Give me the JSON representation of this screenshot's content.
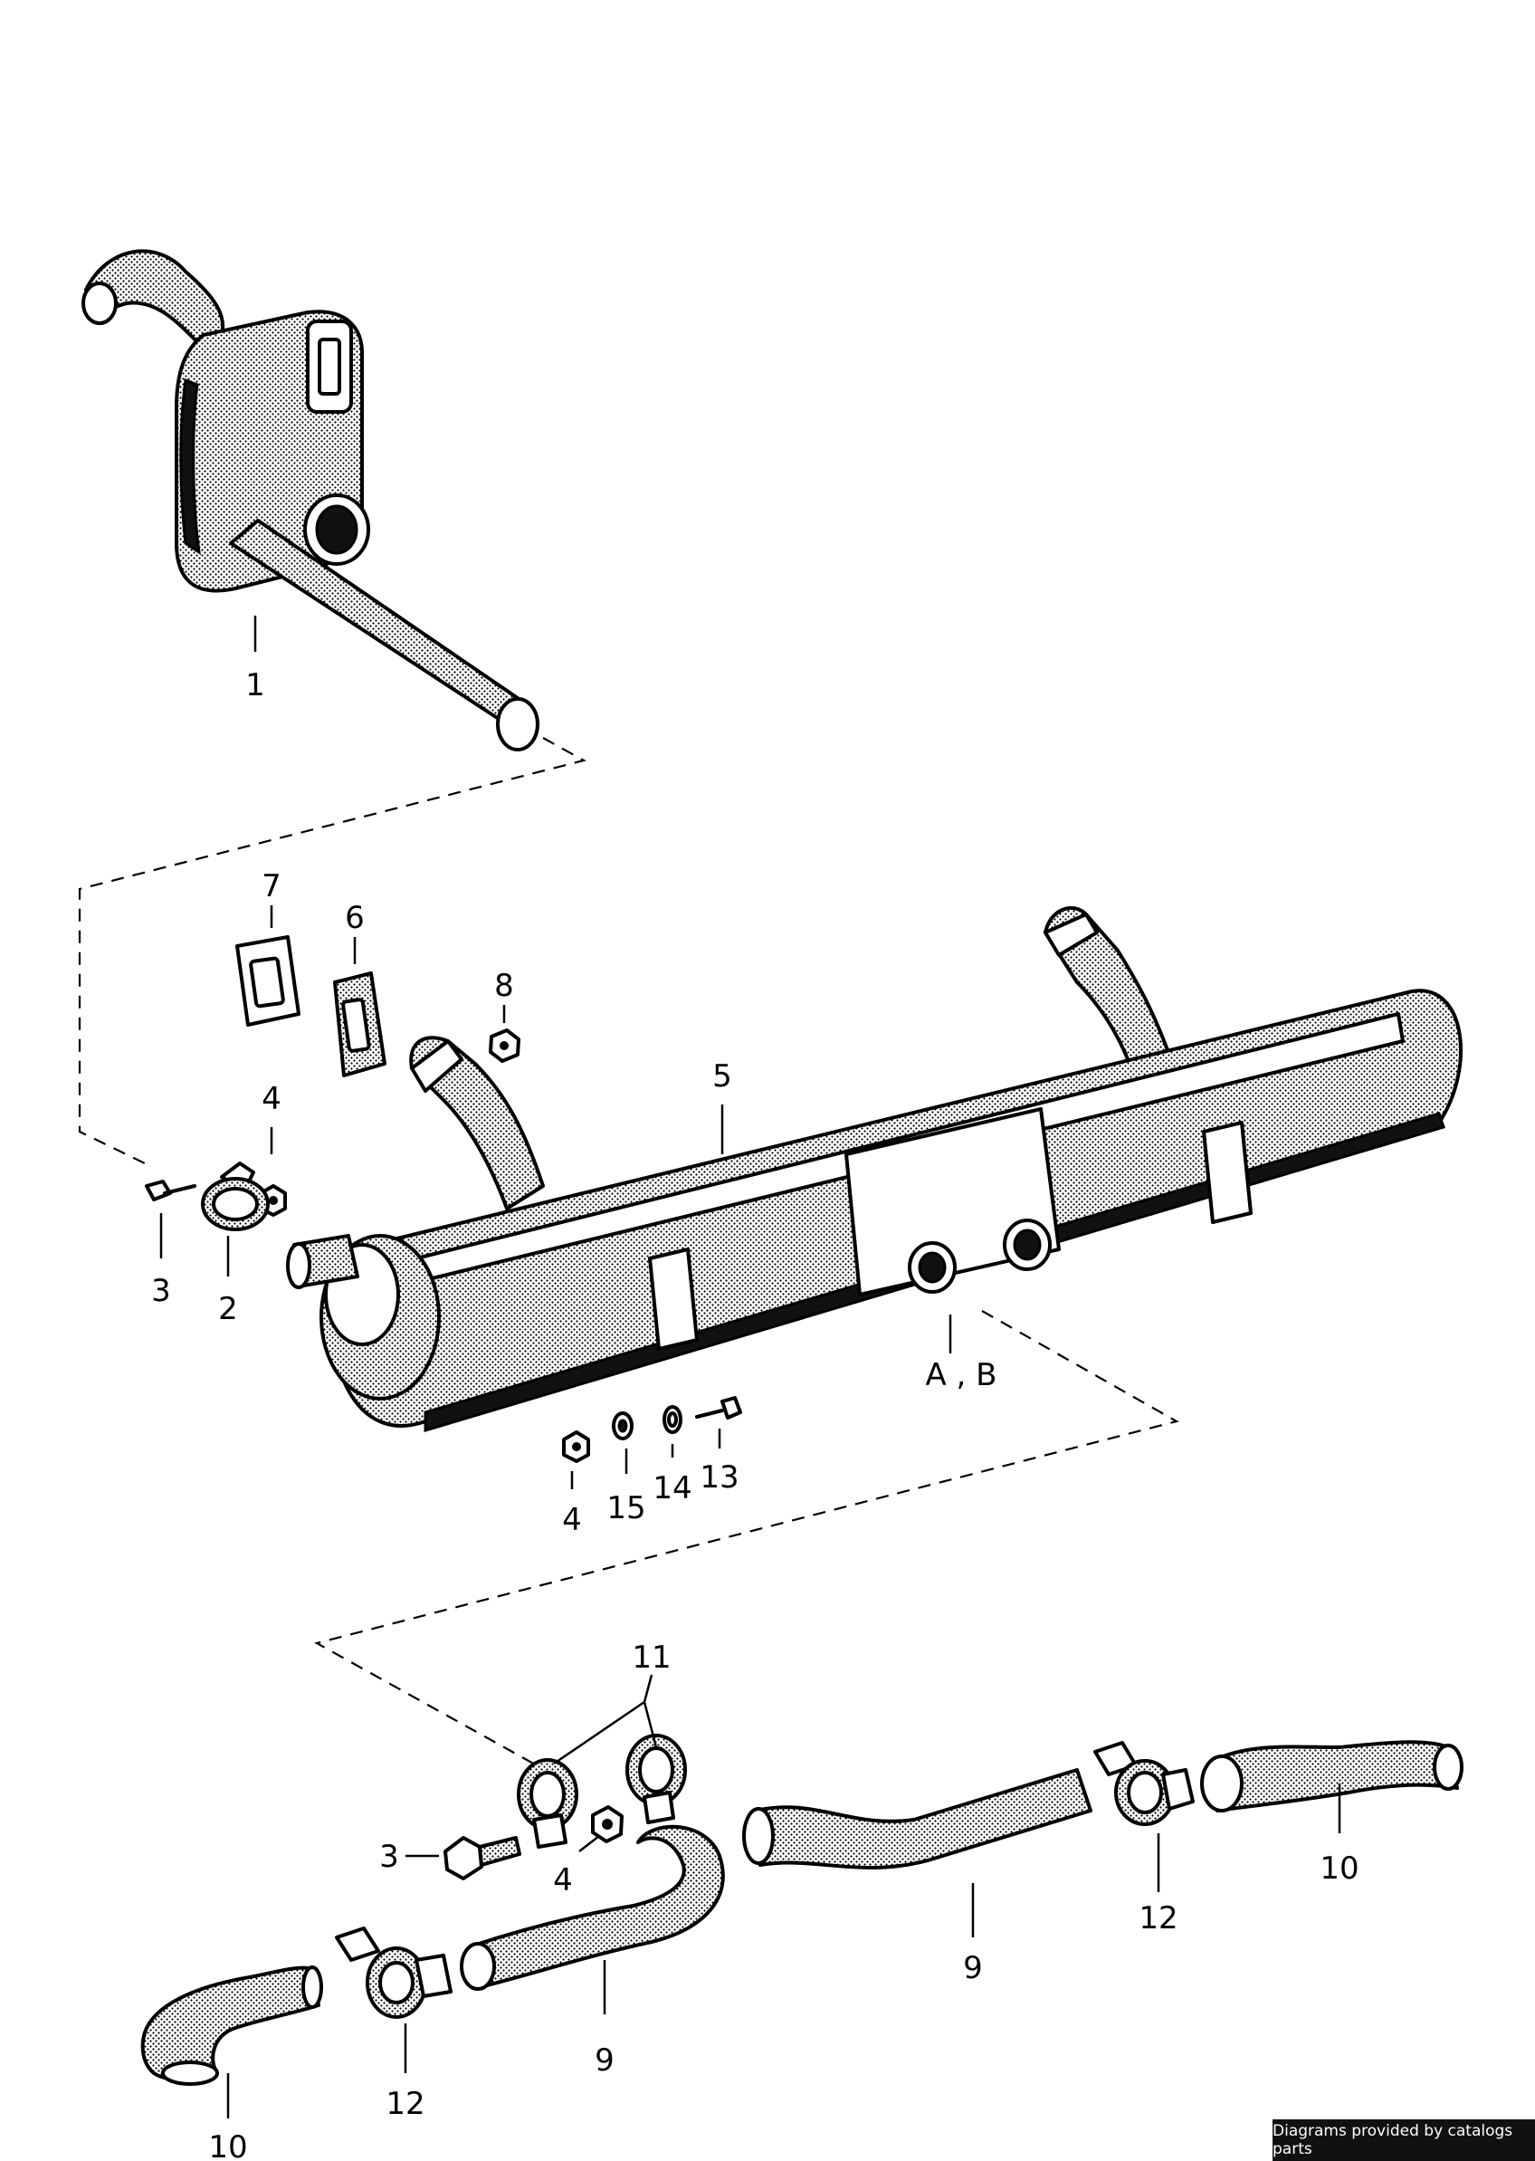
{
  "labels": {
    "p1": "1",
    "p2": "2",
    "p3a": "3",
    "p3b": "3",
    "p4a": "4",
    "p4b": "4",
    "p4c": "4",
    "p5": "5",
    "p6": "6",
    "p7": "7",
    "p8": "8",
    "p9a": "9",
    "p9b": "9",
    "p10a": "10",
    "p10b": "10",
    "p11": "11",
    "p12a": "12",
    "p12b": "12",
    "p13": "13",
    "p14": "14",
    "p15": "15",
    "ab": "A , B"
  },
  "credit": "Diagrams provided by catalogs parts"
}
